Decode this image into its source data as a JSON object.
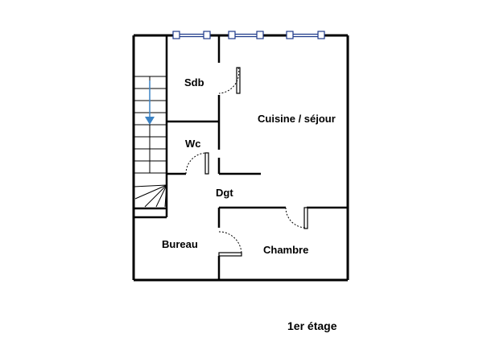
{
  "floorplan": {
    "rooms": {
      "sdb": "Sdb",
      "wc": "Wc",
      "cuisine_sejour": "Cuisine / séjour",
      "dgt": "Dgt",
      "bureau": "Bureau",
      "chambre": "Chambre"
    },
    "caption": "1er étage"
  },
  "colors": {
    "wall": "#000000",
    "window": "#1e3a8a",
    "stair_arrow": "#3b82c4",
    "background": "#ffffff"
  },
  "icons": [
    "stair-down-arrow-icon",
    "window-icon",
    "door-swing-icon"
  ]
}
